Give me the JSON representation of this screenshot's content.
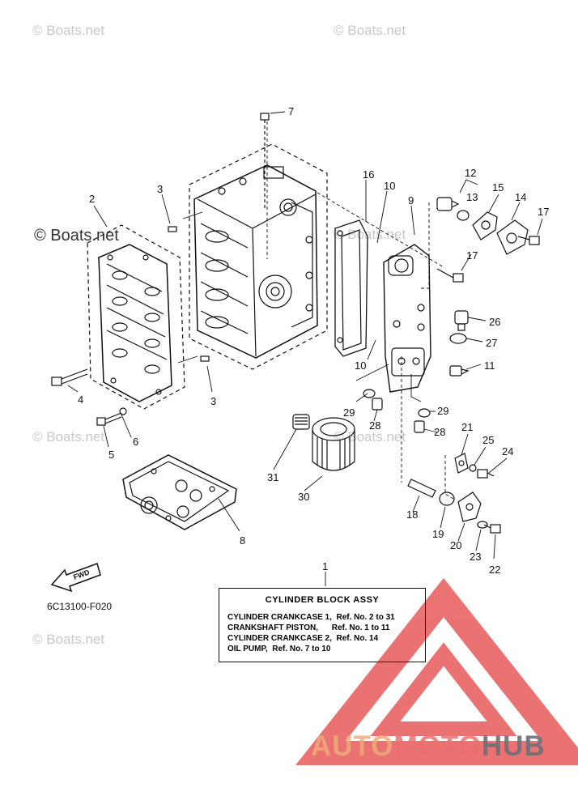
{
  "watermarks": [
    "© Boats.net",
    "© Boats.net",
    "© Boats.net",
    "© Boats.net",
    "© Boats.net",
    "© Boats.net",
    "© Boats.net"
  ],
  "diagram_code": "6C13100-F020",
  "fwd_label": "FWD",
  "ref_numbers": [
    "1",
    "2",
    "3",
    "3",
    "4",
    "5",
    "6",
    "7",
    "8",
    "9",
    "10",
    "10",
    "11",
    "12",
    "13",
    "14",
    "15",
    "16",
    "17",
    "17",
    "18",
    "19",
    "20",
    "21",
    "22",
    "23",
    "24",
    "25",
    "26",
    "27",
    "28",
    "28",
    "29",
    "29",
    "30",
    "31"
  ],
  "assembly": {
    "title": "CYLINDER BLOCK ASSY",
    "rows": [
      {
        "name": "CYLINDER CRANKCASE 1,",
        "ref": "Ref. No. 2 to 31"
      },
      {
        "name": "CRANKSHAFT PISTON,",
        "ref": "Ref. No. 1 to 11"
      },
      {
        "name": "CYLINDER CRANKCASE 2,",
        "ref": "Ref. No. 14"
      },
      {
        "name": "OIL PUMP,",
        "ref": "Ref. No. 7 to 10"
      }
    ]
  },
  "logo": {
    "part1": "AUTO",
    "part2": "MOTO",
    "part3": "HUB"
  },
  "colors": {
    "line": "#111111",
    "watermark": "#c8c8c8",
    "logo_red": "#e85a5a",
    "logo_orange": "#f0a46e",
    "logo_gray": "#6e6e78"
  }
}
